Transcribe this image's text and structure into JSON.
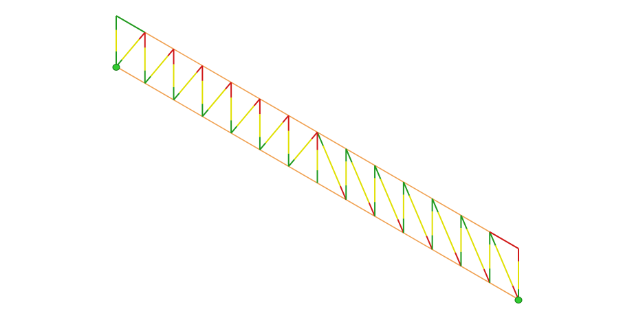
{
  "diagram": {
    "kind": "truss-utilization-view",
    "panel_count": 14,
    "colors": {
      "background": "#ffffff",
      "chord": "#f0a050",
      "low": "#1f9a1f",
      "mid": "#e0e000",
      "high": "#d01818",
      "support_fill": "#33cc33",
      "support_stroke": "#117711"
    },
    "supports": [
      {
        "name": "left-support",
        "icon": "pin-support-icon"
      },
      {
        "name": "right-support",
        "icon": "pin-support-icon"
      }
    ]
  }
}
